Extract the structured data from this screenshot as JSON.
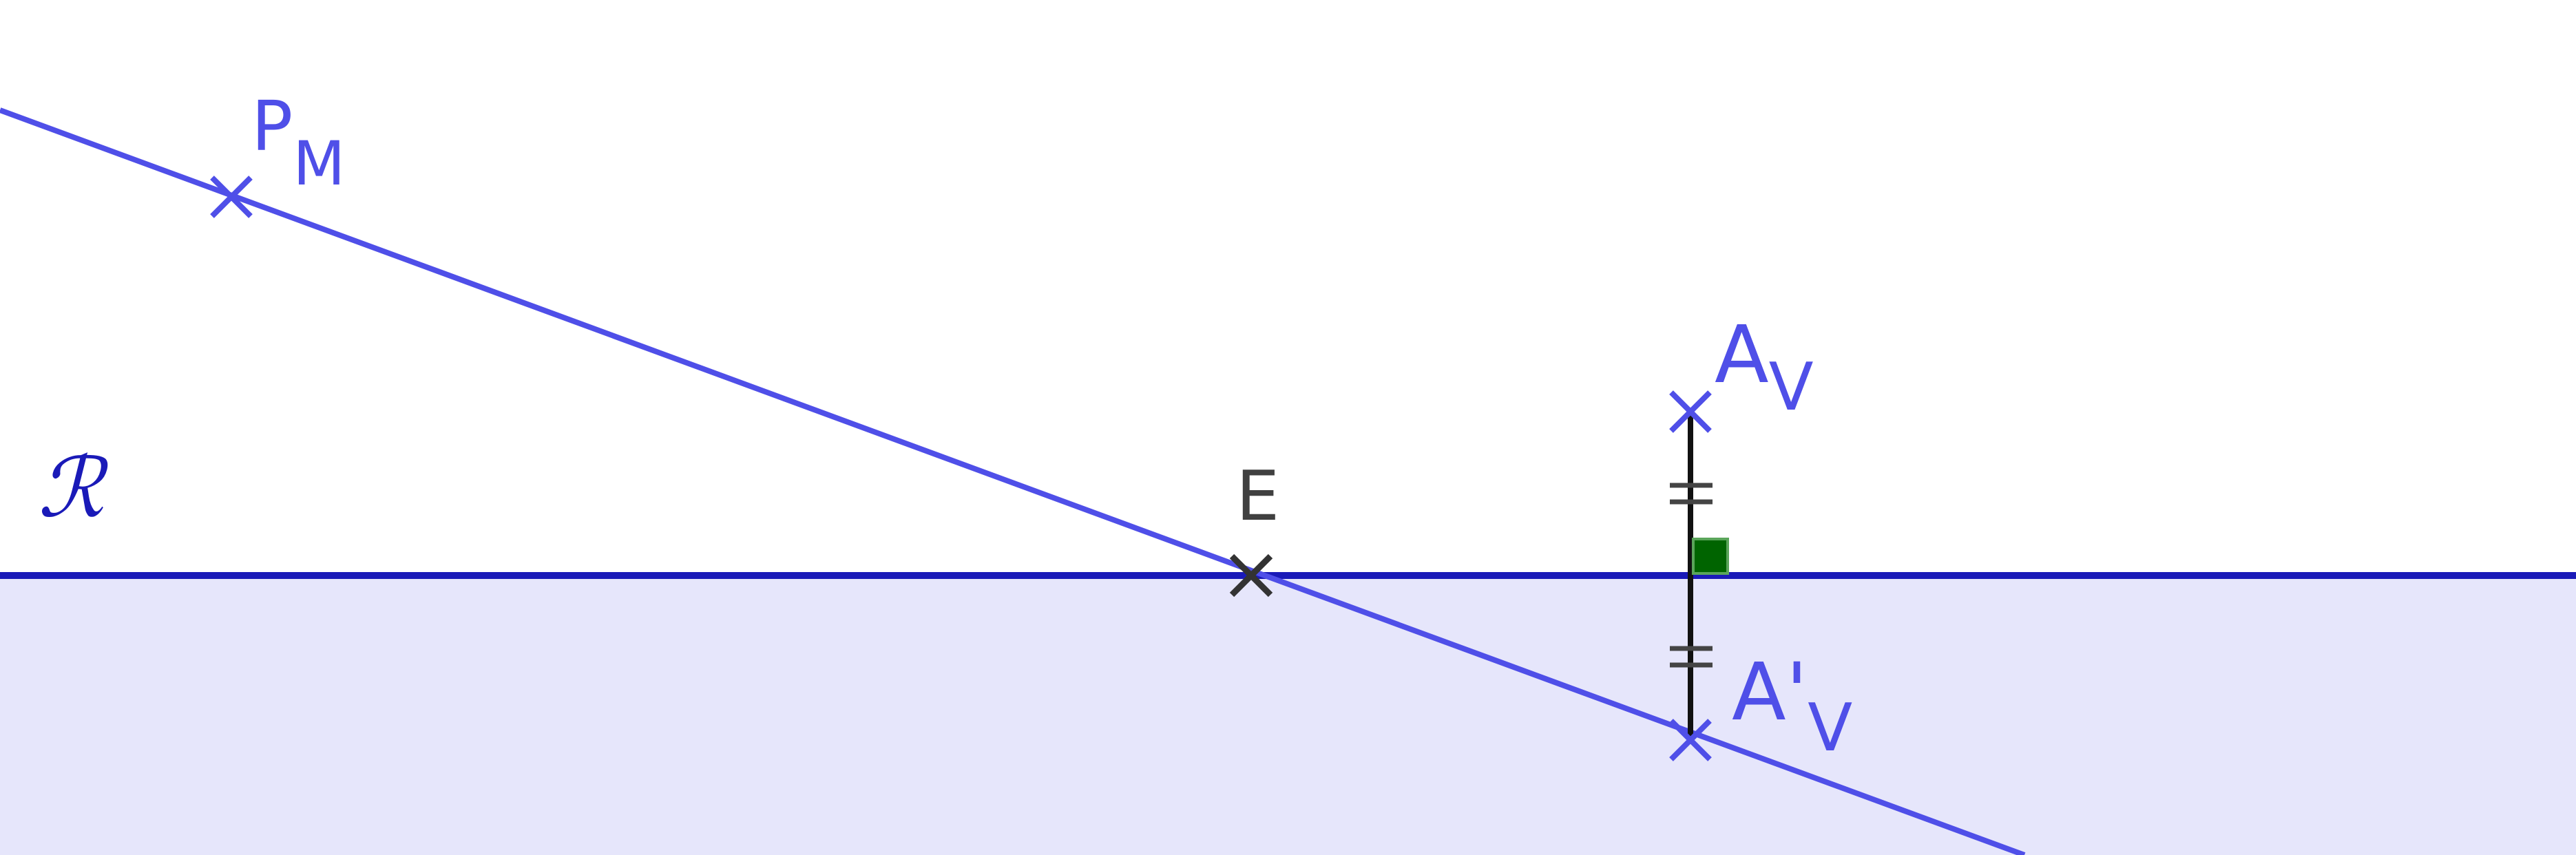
{
  "colors": {
    "region_fill": "#e6e6fb",
    "line_R": "#1a1ab8",
    "ray": "#4f4fe8",
    "segment": "#111111",
    "right_angle": "#006400",
    "point_dark": "#333333",
    "point_blue": "#4f4fe8"
  },
  "labels": {
    "R": "ℛ",
    "E": "E",
    "P_main": "P",
    "P_sub": "M",
    "A_main": "A",
    "A_sub": "V",
    "Aprime_main": "A'",
    "Aprime_sub": "V"
  },
  "icons": {
    "point_marker": "cross-icon",
    "equal_length_marker": "double-tick-icon",
    "right_angle_marker": "right-angle-square-icon"
  }
}
